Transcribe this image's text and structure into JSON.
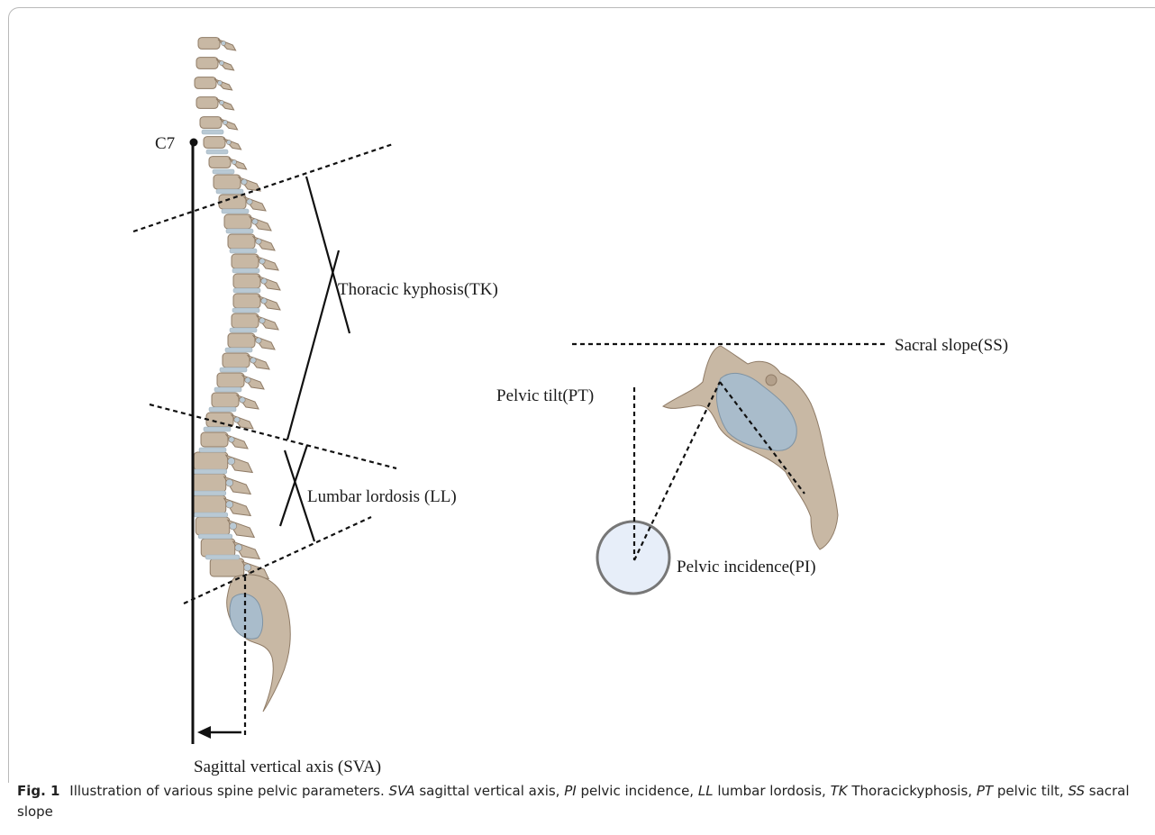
{
  "labels": {
    "c7": "C7",
    "tk": "Thoracic kyphosis(TK)",
    "ll": "Lumbar lordosis (LL)",
    "ss": "Sacral slope(SS)",
    "pt": "Pelvic tilt(PT)",
    "pi": "Pelvic incidence(PI)",
    "sva": "Sagittal vertical axis (SVA)"
  },
  "caption": {
    "fig": "Fig. 1",
    "intro": "Illustration of various spine pelvic parameters.",
    "terms": [
      {
        "abbr": "SVA",
        "desc": "sagittal vertical axis,"
      },
      {
        "abbr": "PI",
        "desc": "pelvic incidence,"
      },
      {
        "abbr": "LL",
        "desc": "lumbar lordosis,"
      },
      {
        "abbr": "TK",
        "desc": "Thoracickyphosis,"
      },
      {
        "abbr": "PT",
        "desc": "pelvic tilt,"
      },
      {
        "abbr": "SS",
        "desc": "sacral slope"
      }
    ]
  },
  "colors": {
    "bone": "#c8b8a4",
    "bone_dark": "#8f7b66",
    "disc": "#b9c9d4",
    "sacrum_fill": "#a9bccb",
    "femoral_head": "#e7eef9",
    "line": "#111111"
  }
}
